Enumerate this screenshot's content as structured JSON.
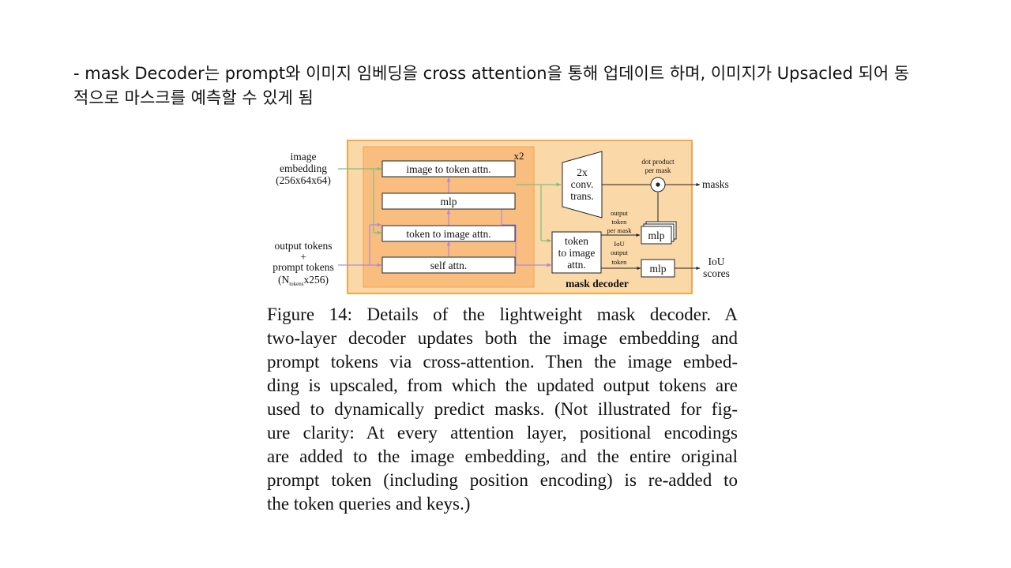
{
  "slide": {
    "bullet_line1": "- mask Decoder는 prompt와 이미지 임베딩을 cross attention을 통해 업데이트 하며, 이미지가 Upsacled 되어 동",
    "bullet_line2": "적으로 마스크를 예측할 수 있게 됨"
  },
  "diagram": {
    "inputs": {
      "image_embedding": [
        "image",
        "embedding",
        "(256x64x64)"
      ],
      "tokens": [
        "output tokens",
        "+",
        "prompt tokens"
      ],
      "tokens_shape_open": "(N",
      "tokens_shape_sub": "tokens",
      "tokens_shape_close": "x256)"
    },
    "repeat_label": "x2",
    "layers": [
      "image to token attn.",
      "mlp",
      "token to image attn.",
      "self attn."
    ],
    "upscale": [
      "2x",
      "conv.",
      "trans."
    ],
    "final_attn": [
      "token",
      "to image",
      "attn."
    ],
    "dot_product": [
      "dot product",
      "per mask"
    ],
    "output_token_note": [
      "output",
      "token",
      "per mask"
    ],
    "iou_token_note": [
      "IoU",
      "output",
      "token"
    ],
    "mlp_label": "mlp",
    "title": "mask decoder",
    "outputs": {
      "masks": "masks",
      "iou_scores": [
        "IoU",
        "scores"
      ]
    },
    "colors": {
      "outer_fill": "#fbd8a8",
      "outer_stroke": "#f5a54a",
      "inner_fill": "#f9bd80",
      "green_arrow": "#7fc07f",
      "purple_arrow": "#b48ad0"
    }
  },
  "caption": {
    "lines": [
      "Figure 14: Details of the lightweight mask decoder. A",
      "two-layer decoder updates both the image embedding and",
      "prompt tokens via cross-attention. Then the image embed-",
      "ding is upscaled, from which the updated output tokens are",
      "used to dynamically predict masks. (Not illustrated for fig-",
      "ure clarity: At every attention layer, positional encodings",
      "are added to the image embedding, and the entire original",
      "prompt token (including position encoding) is re-added to",
      "the token queries and keys.)"
    ]
  }
}
